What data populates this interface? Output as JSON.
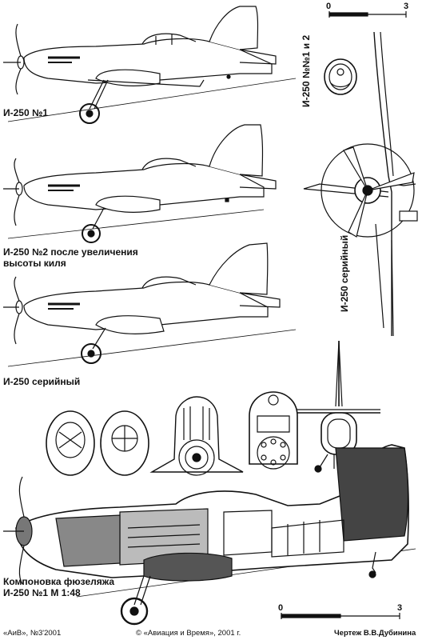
{
  "labels": {
    "view1": "И-250 №1",
    "view2_line1": "И-250 №2 после увеличения",
    "view2_line2": "высоты киля",
    "view3": "И-250 серийный",
    "front_top": "И-250 №№1 и 2",
    "front_serial": "И-250 серийный",
    "cutaway_line1": "Компоновка фюзеляжа",
    "cutaway_line2": "И-250 №1 М 1:48"
  },
  "scale_top": {
    "start": "0",
    "end": "3"
  },
  "scale_bottom": {
    "start": "0",
    "end": "3"
  },
  "footer": {
    "left": "«АиВ», №3'2001",
    "center": "© «Авиация и Время», 2001 г.",
    "right": "Чертеж В.В.Дубинина"
  }
}
